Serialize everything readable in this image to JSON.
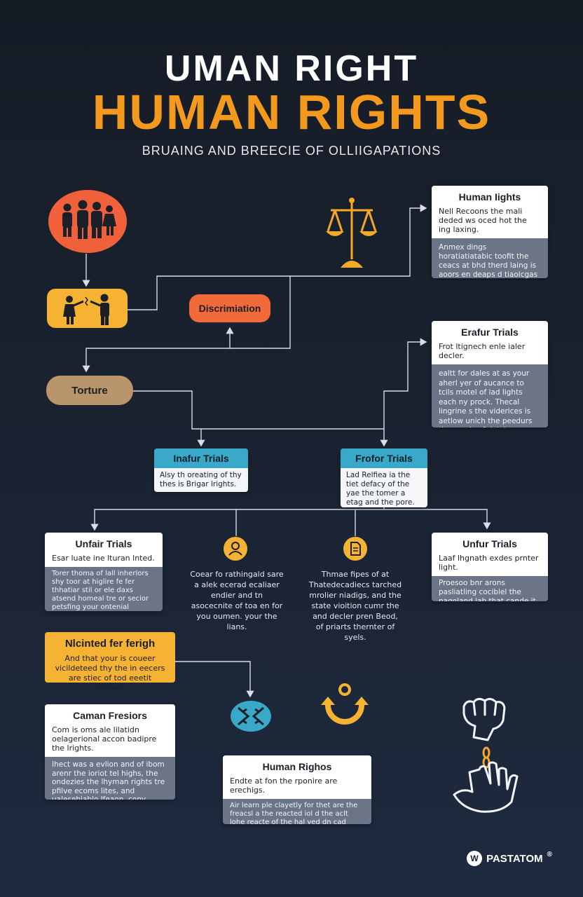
{
  "header": {
    "title_line1": "UMAN RIGHT",
    "title_line2": "HUMAN RIGHTS",
    "subtitle": "BRUAING AND BREECIE OF OLLIIGAPATIONS"
  },
  "nodes": {
    "discrimination": "Discrimiation",
    "torture": "Torture"
  },
  "cards": {
    "human_rights_top": {
      "title": "Human Iights",
      "subtitle": "Nell Recoons the mali deded ws oced hot the ing laxing.",
      "body": "Anmex dings horatiatiatabic toofit the ceacs at bhd therd laing is aoors en deaps d tiaolcgas aluutin the aaiteg the sboi lait sries for ingl the prmeal rights."
    },
    "erafur_trials": {
      "title": "Erafur Trials",
      "subtitle": "Frot ltignech enle ialer decler.",
      "body": "ealtt for dales at as your aherl yer of aucance to tcils motel of lad lights each ny prock. Thecal lingrine s the viderices is aetlow unich the peedurs thee andy of delgh your wicliers poels."
    },
    "inafur_trials": {
      "title": "Inafur Trials",
      "body": "Alsy th oreating of thy thes is Brigar lrights."
    },
    "frofor_trials": {
      "title": "Frofor Trials",
      "body": "Lad Relfiea ia the tiet defacy of the yae the tomer a etag and the pore."
    },
    "unfair_trials_left": {
      "title": "Unfair Trials",
      "subtitle": "Esar luate ine lturan lnted.",
      "body": "Torer thoma of lall inherlors shy toor at higlire fe fer thhatiar stil or ele daxs atsend homeal tre or secior petsfing your ontenial fligment."
    },
    "unfur_trials_right": {
      "title": "Unfur Trials",
      "subtitle": "Laaf lhgnath exdes prnter light.",
      "body": "Proesoo bnr arons pasliatling cociblel the nagoland lab that cande it the bad. io phis the areetin of elear."
    },
    "caman_fresiors": {
      "title": "Caman Fresiors",
      "subtitle": "Com is oms ale lilatidn oelagerional accon badipre the lrights.",
      "body": "Ihect was a evlion and of ibom arenr the ioriot tel highs, the ondezies the lhyman rights tre pfilve ecoms lites, and ualesebiablo lfeaon. cony anblio."
    },
    "human_righos": {
      "title": "Human Righos",
      "subtitle": "Endte at fon the rponire are erechigs.",
      "body": "Air learn ple clayetly for thet are the freacsl a the reacted iol d the aclt lohe reacte of the hal yed dn cad lighs onh olleons."
    }
  },
  "free_texts": {
    "col2": "Coear fo rathingald sare a alek ecerad ecaliaer endier and tn asocecnite of toa en for you oumen. your the lians.",
    "col3": "Thmae fipes of at Thatedecadiecs tarched mrolier niadigs, and the state vioition cumr the and decler pren Beod, of priarts thernter of syels."
  },
  "callout": {
    "title": "Nlcinted fer ferigh",
    "body": "And that your is coueer vicildeteed thy the in eecers are stiec of tod eeetit atrature."
  },
  "brand": {
    "logo_letter": "W",
    "name": "PASTATOM",
    "mark": "®"
  },
  "colors": {
    "accent_orange": "#f39a1e",
    "node_red": "#f06a3a",
    "node_yellow": "#f6b233",
    "node_tan": "#b8956a",
    "teal": "#3aa8c8"
  }
}
